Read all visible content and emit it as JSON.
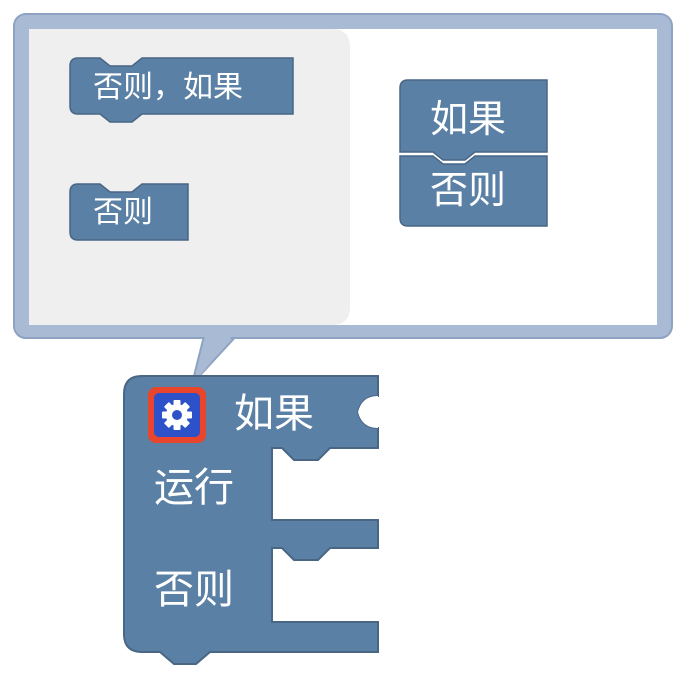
{
  "mutator": {
    "flyout": {
      "items": [
        {
          "label": "否则，如果"
        },
        {
          "label": "否则"
        }
      ]
    },
    "workspace": {
      "if_label": "如果",
      "else_label": "否则"
    }
  },
  "main_block": {
    "if_label": "如果",
    "do_label": "运行",
    "else_label": "否则",
    "gear_icon": "gear-icon"
  },
  "colors": {
    "block": "#5b80a5",
    "block_border": "#496684",
    "bubble_border": "#a9bbd4",
    "flyout_bg": "#efefef",
    "highlight": "#e8452c",
    "gear_bg": "#2c51c9"
  }
}
